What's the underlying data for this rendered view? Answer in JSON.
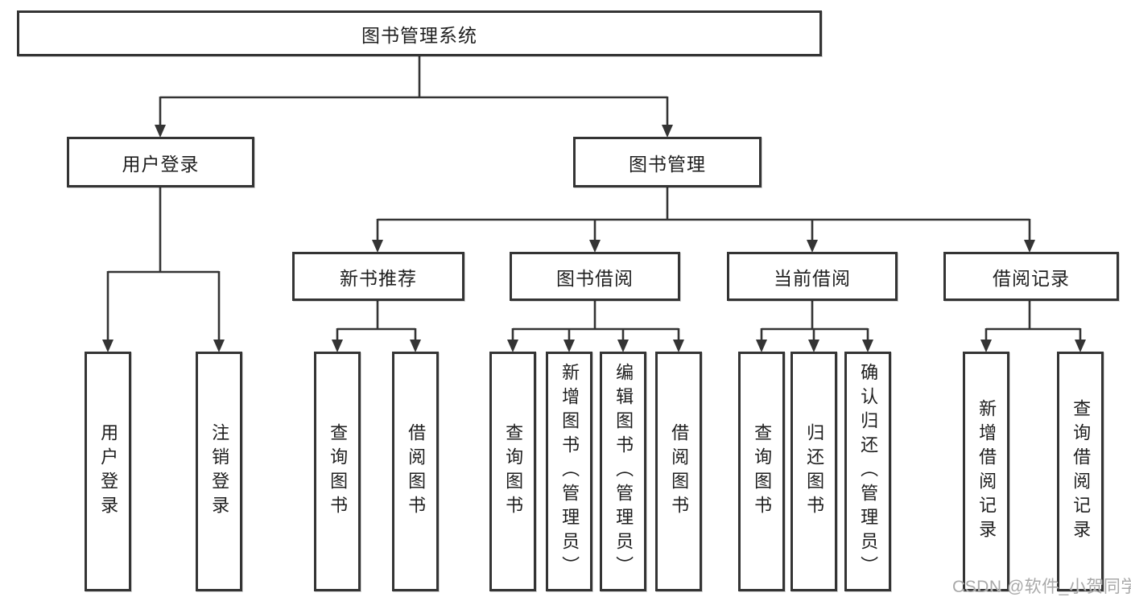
{
  "tree": {
    "root": "图书管理系统",
    "user_login": {
      "label": "用户登录",
      "children": [
        {
          "label": "用户登录"
        },
        {
          "label": "注销登录"
        }
      ]
    },
    "book_management": {
      "label": "图书管理",
      "sections": [
        {
          "label": "新书推荐",
          "children": [
            {
              "label": "查询图书"
            },
            {
              "label": "借阅图书"
            }
          ]
        },
        {
          "label": "图书借阅",
          "children": [
            {
              "label": "查询图书"
            },
            {
              "label": "新增图书（管理员）"
            },
            {
              "label": "编辑图书（管理员）"
            },
            {
              "label": "借阅图书"
            }
          ]
        },
        {
          "label": "当前借阅",
          "children": [
            {
              "label": "查询图书"
            },
            {
              "label": "归还图书"
            },
            {
              "label": "确认归还（管理员）"
            }
          ]
        },
        {
          "label": "借阅记录",
          "children": [
            {
              "label": "新增借阅记录"
            },
            {
              "label": "查询借阅记录"
            }
          ]
        }
      ]
    }
  },
  "watermark": "CSDN @软件_小贺同学",
  "colors": {
    "line": "#343434",
    "text": "#1e1e1e",
    "box_background": "#ffffff",
    "watermark": "#a9a9a9",
    "page_background": "#ffffff"
  }
}
